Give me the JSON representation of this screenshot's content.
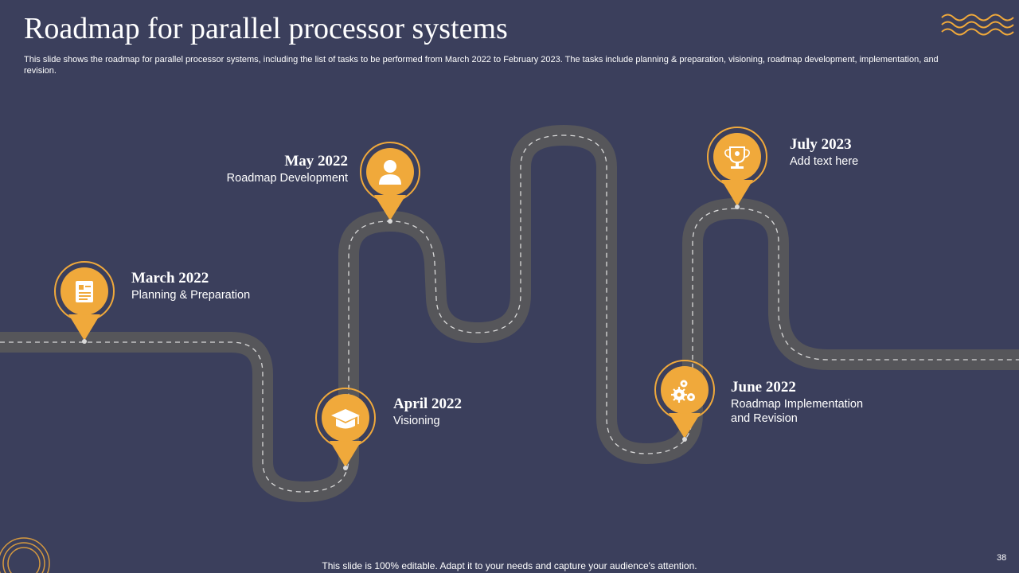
{
  "slide": {
    "title": "Roadmap for parallel processor systems",
    "subtitle": "This slide shows the roadmap for parallel processor systems, including the list of tasks to be performed from March 2022 to February 2023. The tasks include planning & preparation, visioning, roadmap development, implementation, and revision.",
    "footer": "This slide is 100% editable. Adapt it to your needs and capture your audience's attention.",
    "page_number": "38"
  },
  "colors": {
    "background": "#3b3f5c",
    "road": "#56565a",
    "road_dash": "#d9d9d9",
    "accent": "#f0a93b",
    "text": "#ffffff"
  },
  "milestones": [
    {
      "date": "March 2022",
      "task": "Planning & Preparation",
      "icon": "document-icon"
    },
    {
      "date": "April 2022",
      "task": "Visioning",
      "icon": "graduation-cap-icon"
    },
    {
      "date": "May 2022",
      "task": "Roadmap Development",
      "icon": "person-icon"
    },
    {
      "date": "June 2022",
      "task": "Roadmap Implementation\nand Revision",
      "icon": "gears-icon"
    },
    {
      "date": "July 2023",
      "task": "Add text here",
      "icon": "trophy-icon"
    }
  ],
  "decorations": [
    "wave-lines-icon",
    "concentric-circles-icon"
  ]
}
